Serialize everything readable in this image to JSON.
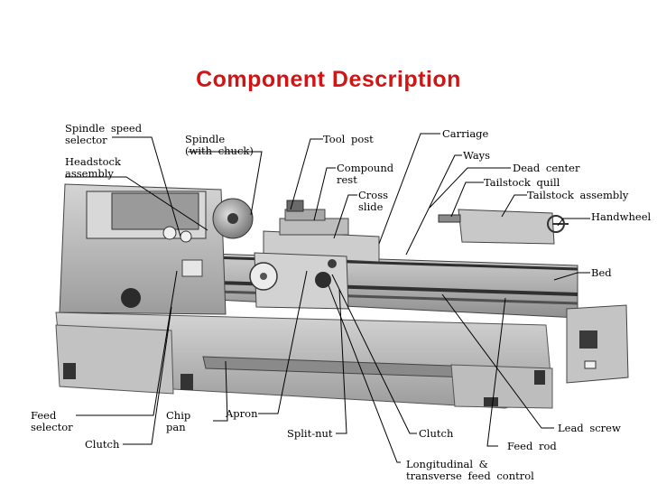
{
  "title": "Component Description",
  "labels": {
    "spindle_speed_selector": "Spindle speed\nselector",
    "headstock_assembly": "Headstock\nassembly",
    "spindle": "Spindle\n(with chuck)",
    "tool_post": "Tool post",
    "carriage": "Carriage",
    "compound_rest": "Compound\nrest",
    "ways": "Ways",
    "cross_slide": "Cross\nslide",
    "dead_center": "Dead center",
    "tailstock_quill": "Tailstock quill",
    "tailstock_assembly": "Tailstock assembly",
    "handwheel": "Handwheel",
    "bed": "Bed",
    "feed_selector": "Feed\nselector",
    "chip_pan": "Chip\npan",
    "apron": "Apron",
    "clutch_left": "Clutch",
    "split_nut": "Split-nut",
    "clutch_right": "Clutch",
    "lead_screw": "Lead screw",
    "feed_rod": "Feed rod",
    "longitudinal_feed_control": "Longitudinal &\ntransverse feed control"
  },
  "colors": {
    "title": "#d21414",
    "machine_body": "#b9b9b9",
    "machine_dark": "#4a4a4a",
    "leader_line": "#000000"
  }
}
